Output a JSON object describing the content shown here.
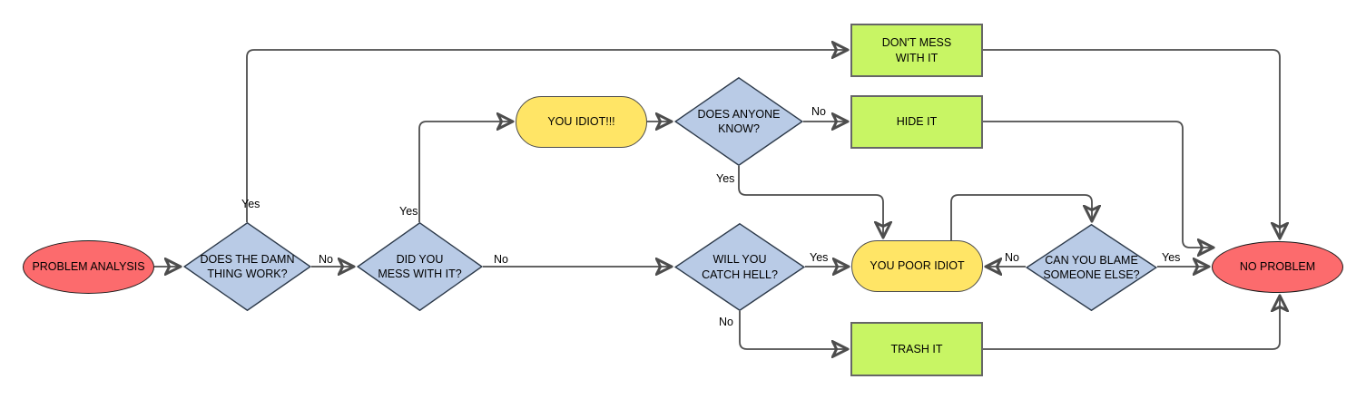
{
  "diagram": {
    "colors": {
      "terminator": "#FC6B6D",
      "decision": "#B9CBE6",
      "process": "#C8F564",
      "callout": "#FFE566",
      "edge": "#4D4D4D"
    },
    "nodes": {
      "problem_analysis": {
        "label": "PROBLEM ANALYSIS",
        "shape": "ellipse"
      },
      "does_it_work": {
        "label": "DOES THE DAMN\nTHING WORK?",
        "shape": "diamond"
      },
      "did_you_mess": {
        "label": "DID YOU\nMESS WITH IT?",
        "shape": "diamond"
      },
      "you_idiot": {
        "label": "YOU IDIOT!!!",
        "shape": "stadium"
      },
      "does_anyone_know": {
        "label": "DOES ANYONE\nKNOW?",
        "shape": "diamond"
      },
      "dont_mess": {
        "label": "DON'T MESS\nWITH IT",
        "shape": "rect"
      },
      "hide_it": {
        "label": "HIDE IT",
        "shape": "rect"
      },
      "will_you_catch_hell": {
        "label": "WILL YOU\nCATCH HELL?",
        "shape": "diamond"
      },
      "you_poor_idiot": {
        "label": "YOU POOR IDIOT",
        "shape": "stadium"
      },
      "can_you_blame": {
        "label": "CAN YOU BLAME\nSOMEONE ELSE?",
        "shape": "diamond"
      },
      "no_problem": {
        "label": "NO PROBLEM",
        "shape": "ellipse"
      },
      "trash_it": {
        "label": "TRASH IT",
        "shape": "rect"
      }
    },
    "edge_labels": {
      "d1_yes": "Yes",
      "d1_no": "No",
      "d2_yes": "Yes",
      "d2_no": "No",
      "d3_yes": "Yes",
      "d3_no": "No",
      "d4_yes": "Yes",
      "d4_no": "No",
      "d5_yes": "Yes",
      "d5_no": "No"
    }
  }
}
